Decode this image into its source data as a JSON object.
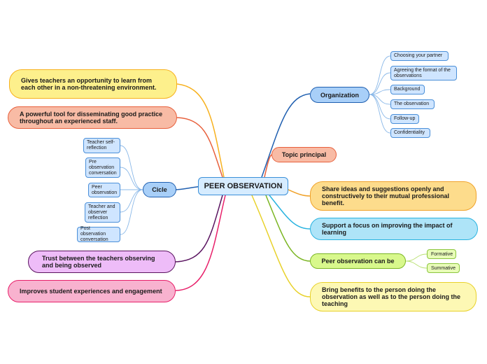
{
  "center": "PEER OBSERVATION",
  "left_topics": [
    "Gives teachers an opportunity to learn from each other in a non-threatening environment.",
    "A powerful tool for disseminating good practice throughout an experienced staff.",
    "Trust between the teachers observing and being observed",
    "Improves student experiences and engagement"
  ],
  "cicle": {
    "label": "Cicle",
    "items": [
      "Teacher self-reflection",
      "Pre observation conversation",
      "Peer observation",
      "Teacher and observer reflection",
      "Post observation conversation"
    ]
  },
  "organization": {
    "label": "Organization",
    "items": [
      "Choosing your partner",
      "Agreeing the format of the observations",
      "Background",
      "The observation",
      "Follow-up",
      "Confidentiality"
    ]
  },
  "topic_principal": "Topic principal",
  "right_topics": [
    "Share ideas and suggestions openly and constructively to their mutual professional benefit.",
    "Support a focus on improving the impact of learning",
    "Bring benefits to the person doing the observation as well as to the person doing the teaching"
  ],
  "peer_can_be": {
    "label": "Peer observation can be",
    "items": [
      "Formative",
      "Summative"
    ]
  },
  "colors": {
    "gold": "#f7b11e",
    "salmon": "#e8603c",
    "purple": "#5a1460",
    "pink": "#e8206a",
    "blue": "#2a6ec2",
    "green": "#7ab521",
    "yellow": "#e8d12a",
    "cyan": "#29b3e0",
    "orange": "#f0a22a"
  }
}
